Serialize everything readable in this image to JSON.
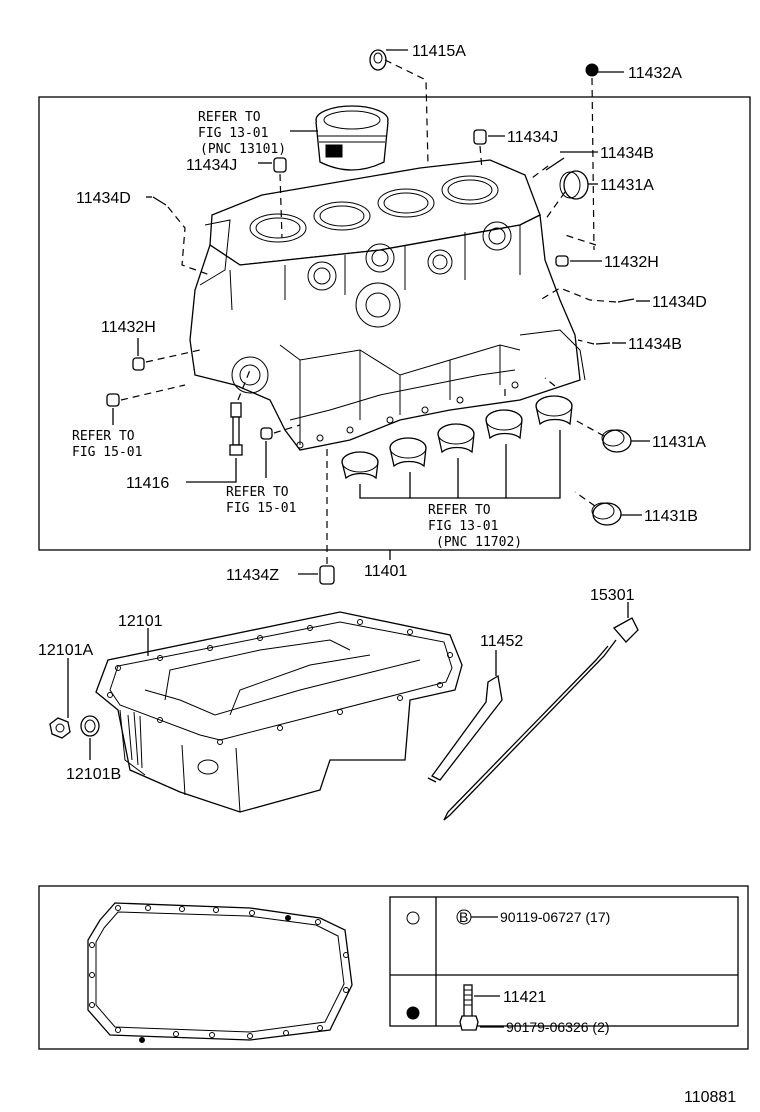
{
  "figure_id": "110881",
  "labels": {
    "p11415A": "11415A",
    "p11432A": "11432A",
    "p11434J_a": "11434J",
    "p11434B_a": "11434B",
    "p11431A_a": "11431A",
    "p11434J_b": "11434J",
    "p11434D_a": "11434D",
    "p11432H_a": "11432H",
    "p11434D_b": "11434D",
    "p11432H_b": "11432H",
    "p11434B_b": "11434B",
    "p11431A_b": "11431A",
    "p11416": "11416",
    "p11431B": "11431B",
    "p11434Z": "11434Z",
    "p11401": "11401",
    "p12101": "12101",
    "p12101A": "12101A",
    "p12101B": "12101B",
    "p11452": "11452",
    "p15301": "15301",
    "p11421": "11421"
  },
  "refer_notes": {
    "piston": [
      "REFER TO",
      "FIG 13-01",
      "(PNC 13101)"
    ],
    "left": [
      "REFER TO",
      "FIG 15-01"
    ],
    "center": [
      "REFER TO",
      "FIG 15-01"
    ],
    "bearings": [
      "REFER TO",
      "FIG 13-01",
      "(PNC 11702)"
    ]
  },
  "legend": {
    "bolt_circle_marker": "B",
    "bolt_part": "90119-06727 (17)",
    "stud_part": "11421",
    "nut_part": "90179-06326 (2)"
  }
}
